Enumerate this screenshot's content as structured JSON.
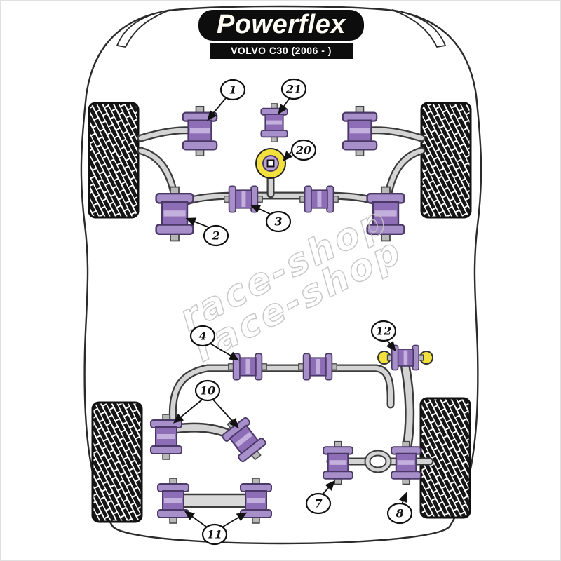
{
  "header": {
    "brand": "Powerflex",
    "model": "VOLVO C30 (2006 - )"
  },
  "watermark": {
    "line1": "race-shop",
    "line2": "race-shop"
  },
  "colors": {
    "bushing_purple": "#8d6db5",
    "bushing_flange": "#a78fca",
    "bushing_band": "#c3b0dc",
    "bushing_outline": "#4a3866",
    "washer_yellow": "#f2e13c",
    "arm_gray": "#d4d4d4",
    "tire_black": "#161616",
    "logo_bg": "#0d0d0d"
  },
  "callouts": [
    {
      "label": "1"
    },
    {
      "label": "21"
    },
    {
      "label": "20"
    },
    {
      "label": "2"
    },
    {
      "label": "3"
    },
    {
      "label": "4"
    },
    {
      "label": "12"
    },
    {
      "label": "10"
    },
    {
      "label": "7"
    },
    {
      "label": "8"
    },
    {
      "label": "11"
    }
  ]
}
